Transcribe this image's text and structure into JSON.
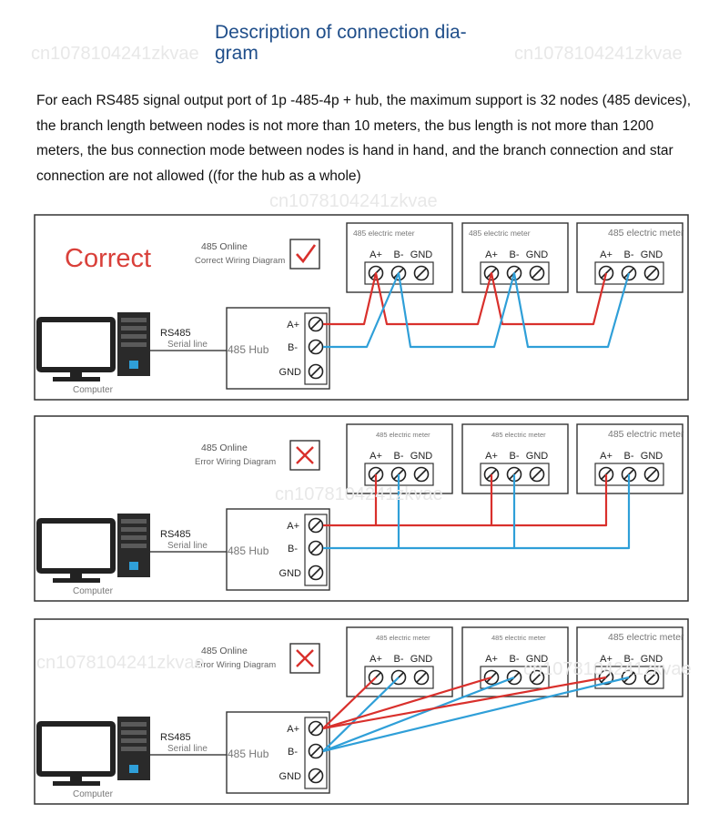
{
  "header": {
    "title_line1": "Description of connection dia-",
    "title_line2": "gram"
  },
  "description": "For each RS485 signal output port of 1p -485-4p + hub, the maximum support is 32 nodes (485 devices), the branch length between nodes is not more than 10 meters, the bus length is not more than 1200 meters, the bus connection mode between nodes is hand in hand, and the branch connection and star connection are not allowed ((for the hub as a whole)",
  "watermark": "cn1078104241zkvae",
  "common": {
    "meter_title": "485 electric meter",
    "terminal_a": "A+",
    "terminal_b": "B-",
    "terminal_gnd": "GND",
    "hub_label": "485 Hub",
    "rs485_label": "RS485",
    "serial_label": "Serial line",
    "computer_label": "Computer"
  },
  "panels": [
    {
      "kind": "correct",
      "verdict": "Correct",
      "caption_line1": "485 Online",
      "caption_line2": "Correct Wiring Diagram"
    },
    {
      "kind": "error-branch",
      "caption_line1": "485 Online",
      "caption_line2": "Error Wiring Diagram"
    },
    {
      "kind": "error-star",
      "caption_line1": "485 Online",
      "caption_line2": "Error Wiring Diagram"
    }
  ],
  "colors": {
    "a_wire": "#d9302c",
    "b_wire": "#2f9fd8",
    "title": "#1f4e8a",
    "correct_text": "#d9403a",
    "cross": "#d9302c",
    "tick": "#d9302c"
  }
}
